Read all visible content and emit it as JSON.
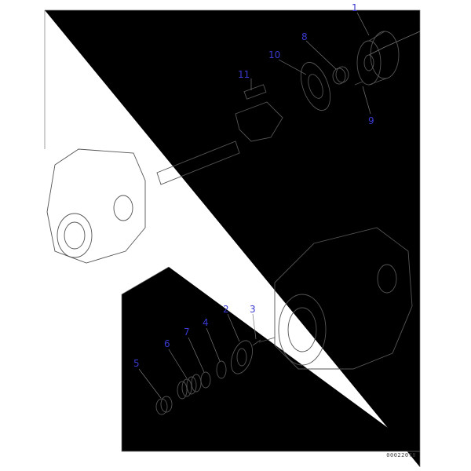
{
  "diagram": {
    "callouts": [
      {
        "id": "1",
        "label": "1"
      },
      {
        "id": "8",
        "label": "8"
      },
      {
        "id": "10",
        "label": "10"
      },
      {
        "id": "11",
        "label": "11"
      },
      {
        "id": "9",
        "label": "9"
      },
      {
        "id": "2",
        "label": "2"
      },
      {
        "id": "3",
        "label": "3"
      },
      {
        "id": "4",
        "label": "4"
      },
      {
        "id": "7",
        "label": "7"
      },
      {
        "id": "6",
        "label": "6"
      },
      {
        "id": "5",
        "label": "5"
      }
    ],
    "drawing_code": "00022078",
    "label_color": "#3a3ad0"
  }
}
